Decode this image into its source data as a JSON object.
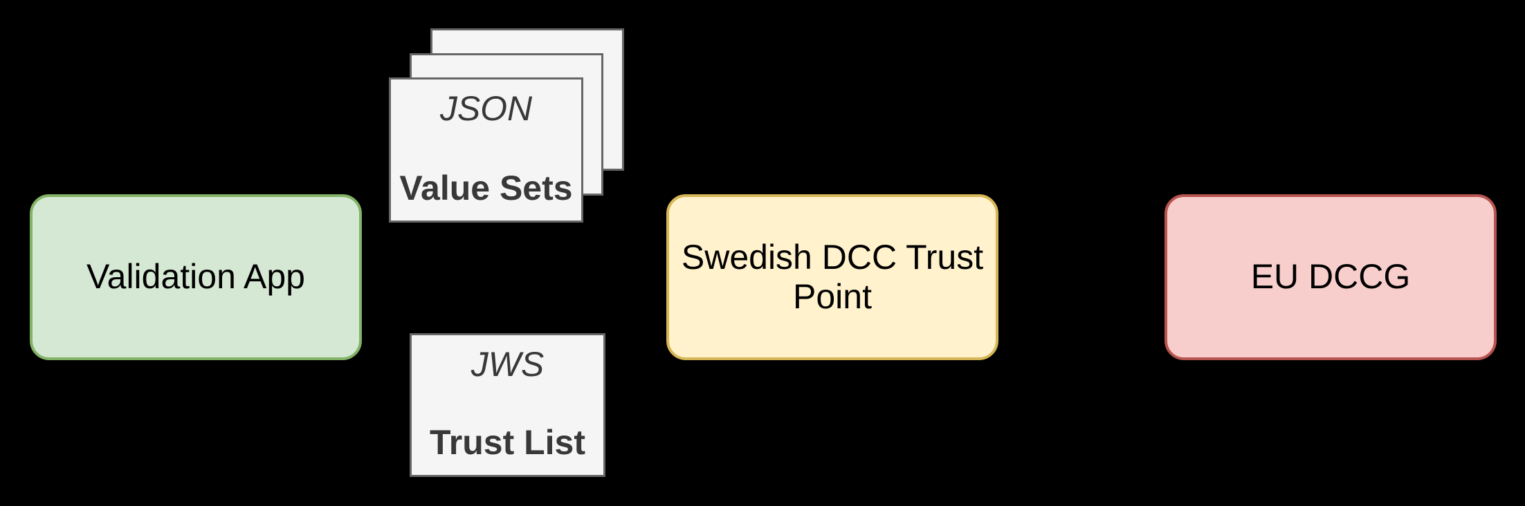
{
  "canvas": {
    "background_color": "#000000"
  },
  "nodes": {
    "validation_app": {
      "label": "Validation App",
      "fill": "#d5e8d4",
      "stroke": "#82b366"
    },
    "value_sets": {
      "format": "JSON",
      "label": "Value Sets",
      "fill": "#f5f5f5",
      "stroke": "#666666",
      "stacked_sheets": 3
    },
    "trust_list": {
      "format": "JWS",
      "label": "Trust List",
      "fill": "#f5f5f5",
      "stroke": "#666666"
    },
    "swedish_dcc_trust_point": {
      "label": "Swedish DCC Trust Point",
      "fill": "#fff2cc",
      "stroke": "#d6b656"
    },
    "eu_dccg": {
      "label": "EU DCCG",
      "fill": "#f8cecc",
      "stroke": "#b85450"
    }
  }
}
